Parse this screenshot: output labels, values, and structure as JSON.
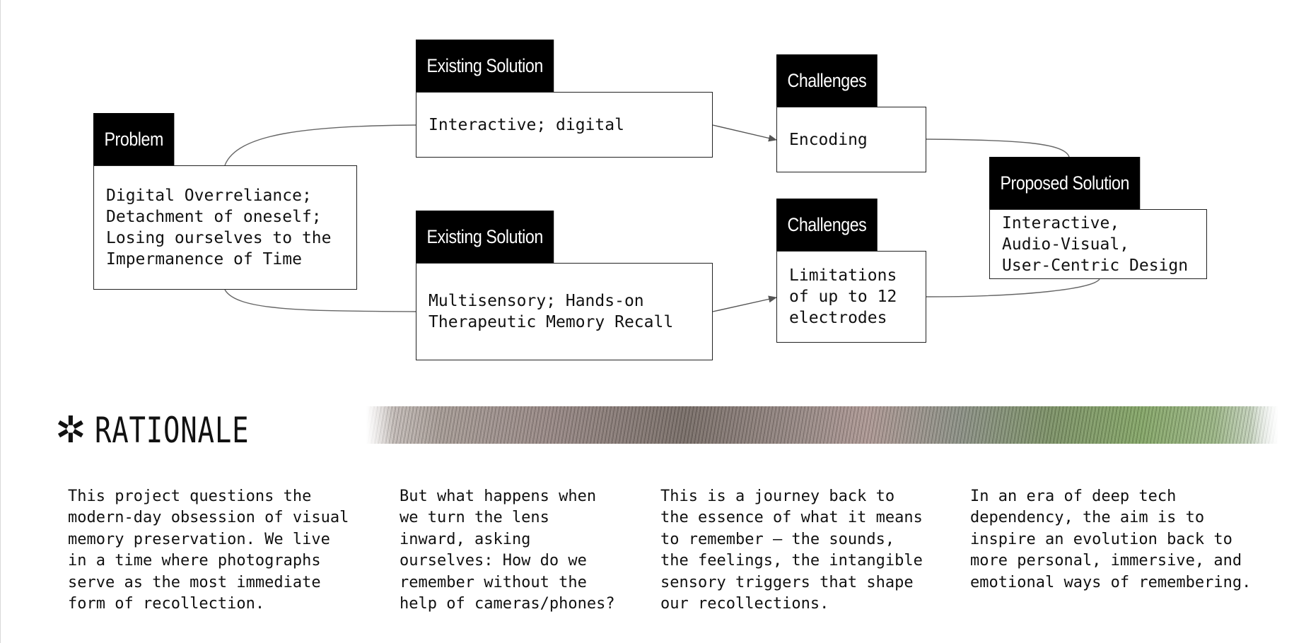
{
  "diagram": {
    "problem": {
      "tag": "Problem",
      "text": "Digital Overreliance;\nDetachment of oneself;\nLosing ourselves to the\nImpermanence of Time"
    },
    "existing_top": {
      "tag": "Existing Solution",
      "text": "Interactive; digital"
    },
    "existing_bottom": {
      "tag": "Existing Solution",
      "text": "Multisensory; Hands-on\nTherapeutic Memory Recall"
    },
    "challenges_top": {
      "tag": "Challenges",
      "text": "Encoding"
    },
    "challenges_bottom": {
      "tag": "Challenges",
      "text": "Limitations\nof up to 12\nelectrodes"
    },
    "proposed": {
      "tag": "Proposed Solution",
      "text": "Interactive,\nAudio-Visual,\nUser-Centric Design"
    }
  },
  "rationale": {
    "icon": "asterisk-icon",
    "title": "RATIONALE",
    "paragraphs": [
      "This project questions the\nmodern-day obsession of visual\nmemory preservation. We live\nin a time where photographs\nserve as the most immediate\nform of recollection.",
      "But what happens when\nwe turn the lens\ninward, asking\nourselves: How do we\nremember without the\nhelp of cameras/phones?",
      "This is a journey back to\nthe essence of what it means\nto remember – the sounds,\nthe feelings, the intangible\nsensory triggers that shape\nour recollections.",
      "In an era of deep tech\ndependency, the aim is to\ninspire an evolution back to\nmore personal, immersive, and\nemotional ways of remembering."
    ]
  },
  "colors": {
    "tag_background": "#000000",
    "tag_text": "#ffffff",
    "connector": "#555555"
  }
}
